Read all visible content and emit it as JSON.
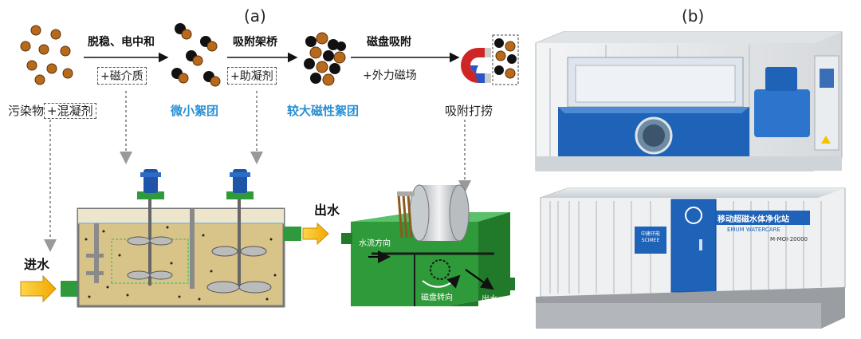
{
  "panel_a": {
    "label": "(a)",
    "step1_top": "脱稳、电中和",
    "step1_bottom": "+磁介质",
    "step2_top": "吸附架桥",
    "step2_bottom": "+助凝剂",
    "step3_top": "磁盘吸附",
    "step3_bottom": "+外力磁场",
    "stage1_label_a": "污染物",
    "stage1_label_b": "+混凝剂",
    "stage2_label": "微小絮团",
    "stage3_label": "较大磁性絮团",
    "stage4_label": "吸附打捞",
    "inlet_label": "进水",
    "outlet_label_1": "出水",
    "flow_direction": "水流方向",
    "disc_rotation": "磁盘转向",
    "outlet_label_2": "出水"
  },
  "panel_b": {
    "label": "(b)",
    "sign_main": "移动超磁水体净化站",
    "sign_sub": "EMUM WATERCARE",
    "model_no": "M-MOI-20000",
    "brand": "中建环能 SCIMEE"
  },
  "colors": {
    "brown_particle": "#b86a1c",
    "black_particle": "#111111",
    "accent_blue": "#2a8fd4",
    "tank_green": "#2f9a3c",
    "arrow_yellow": "#f5b800",
    "container_blue": "#1e63b8"
  }
}
